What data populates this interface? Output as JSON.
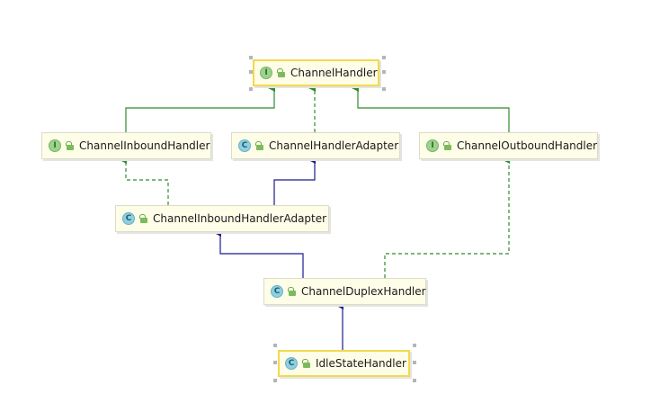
{
  "nodes": {
    "channel_handler": {
      "name": "ChannelHandler",
      "kind": "I"
    },
    "channel_inbound_handler": {
      "name": "ChannelInboundHandler",
      "kind": "I"
    },
    "channel_handler_adapter": {
      "name": "ChannelHandlerAdapter",
      "kind": "C"
    },
    "channel_outbound_handler": {
      "name": "ChannelOutboundHandler",
      "kind": "I"
    },
    "channel_inbound_handler_adapter": {
      "name": "ChannelInboundHandlerAdapter",
      "kind": "C"
    },
    "channel_duplex_handler": {
      "name": "ChannelDuplexHandler",
      "kind": "C"
    },
    "idle_state_handler": {
      "name": "IdleStateHandler",
      "kind": "C"
    }
  },
  "edges": [
    {
      "from": "channel_inbound_handler",
      "to": "channel_handler",
      "type": "extends-interface"
    },
    {
      "from": "channel_handler_adapter",
      "to": "channel_handler",
      "type": "implements"
    },
    {
      "from": "channel_outbound_handler",
      "to": "channel_handler",
      "type": "extends-interface"
    },
    {
      "from": "channel_inbound_handler_adapter",
      "to": "channel_inbound_handler",
      "type": "implements"
    },
    {
      "from": "channel_inbound_handler_adapter",
      "to": "channel_handler_adapter",
      "type": "extends-class"
    },
    {
      "from": "channel_duplex_handler",
      "to": "channel_inbound_handler_adapter",
      "type": "extends-class"
    },
    {
      "from": "channel_duplex_handler",
      "to": "channel_outbound_handler",
      "type": "implements"
    },
    {
      "from": "idle_state_handler",
      "to": "channel_duplex_handler",
      "type": "extends-class"
    }
  ],
  "colors": {
    "interface_edge": "#2e8b2e",
    "class_edge": "#1a1a8c",
    "node_fill": "#fefde8",
    "selection_border": "#f2d94e"
  }
}
